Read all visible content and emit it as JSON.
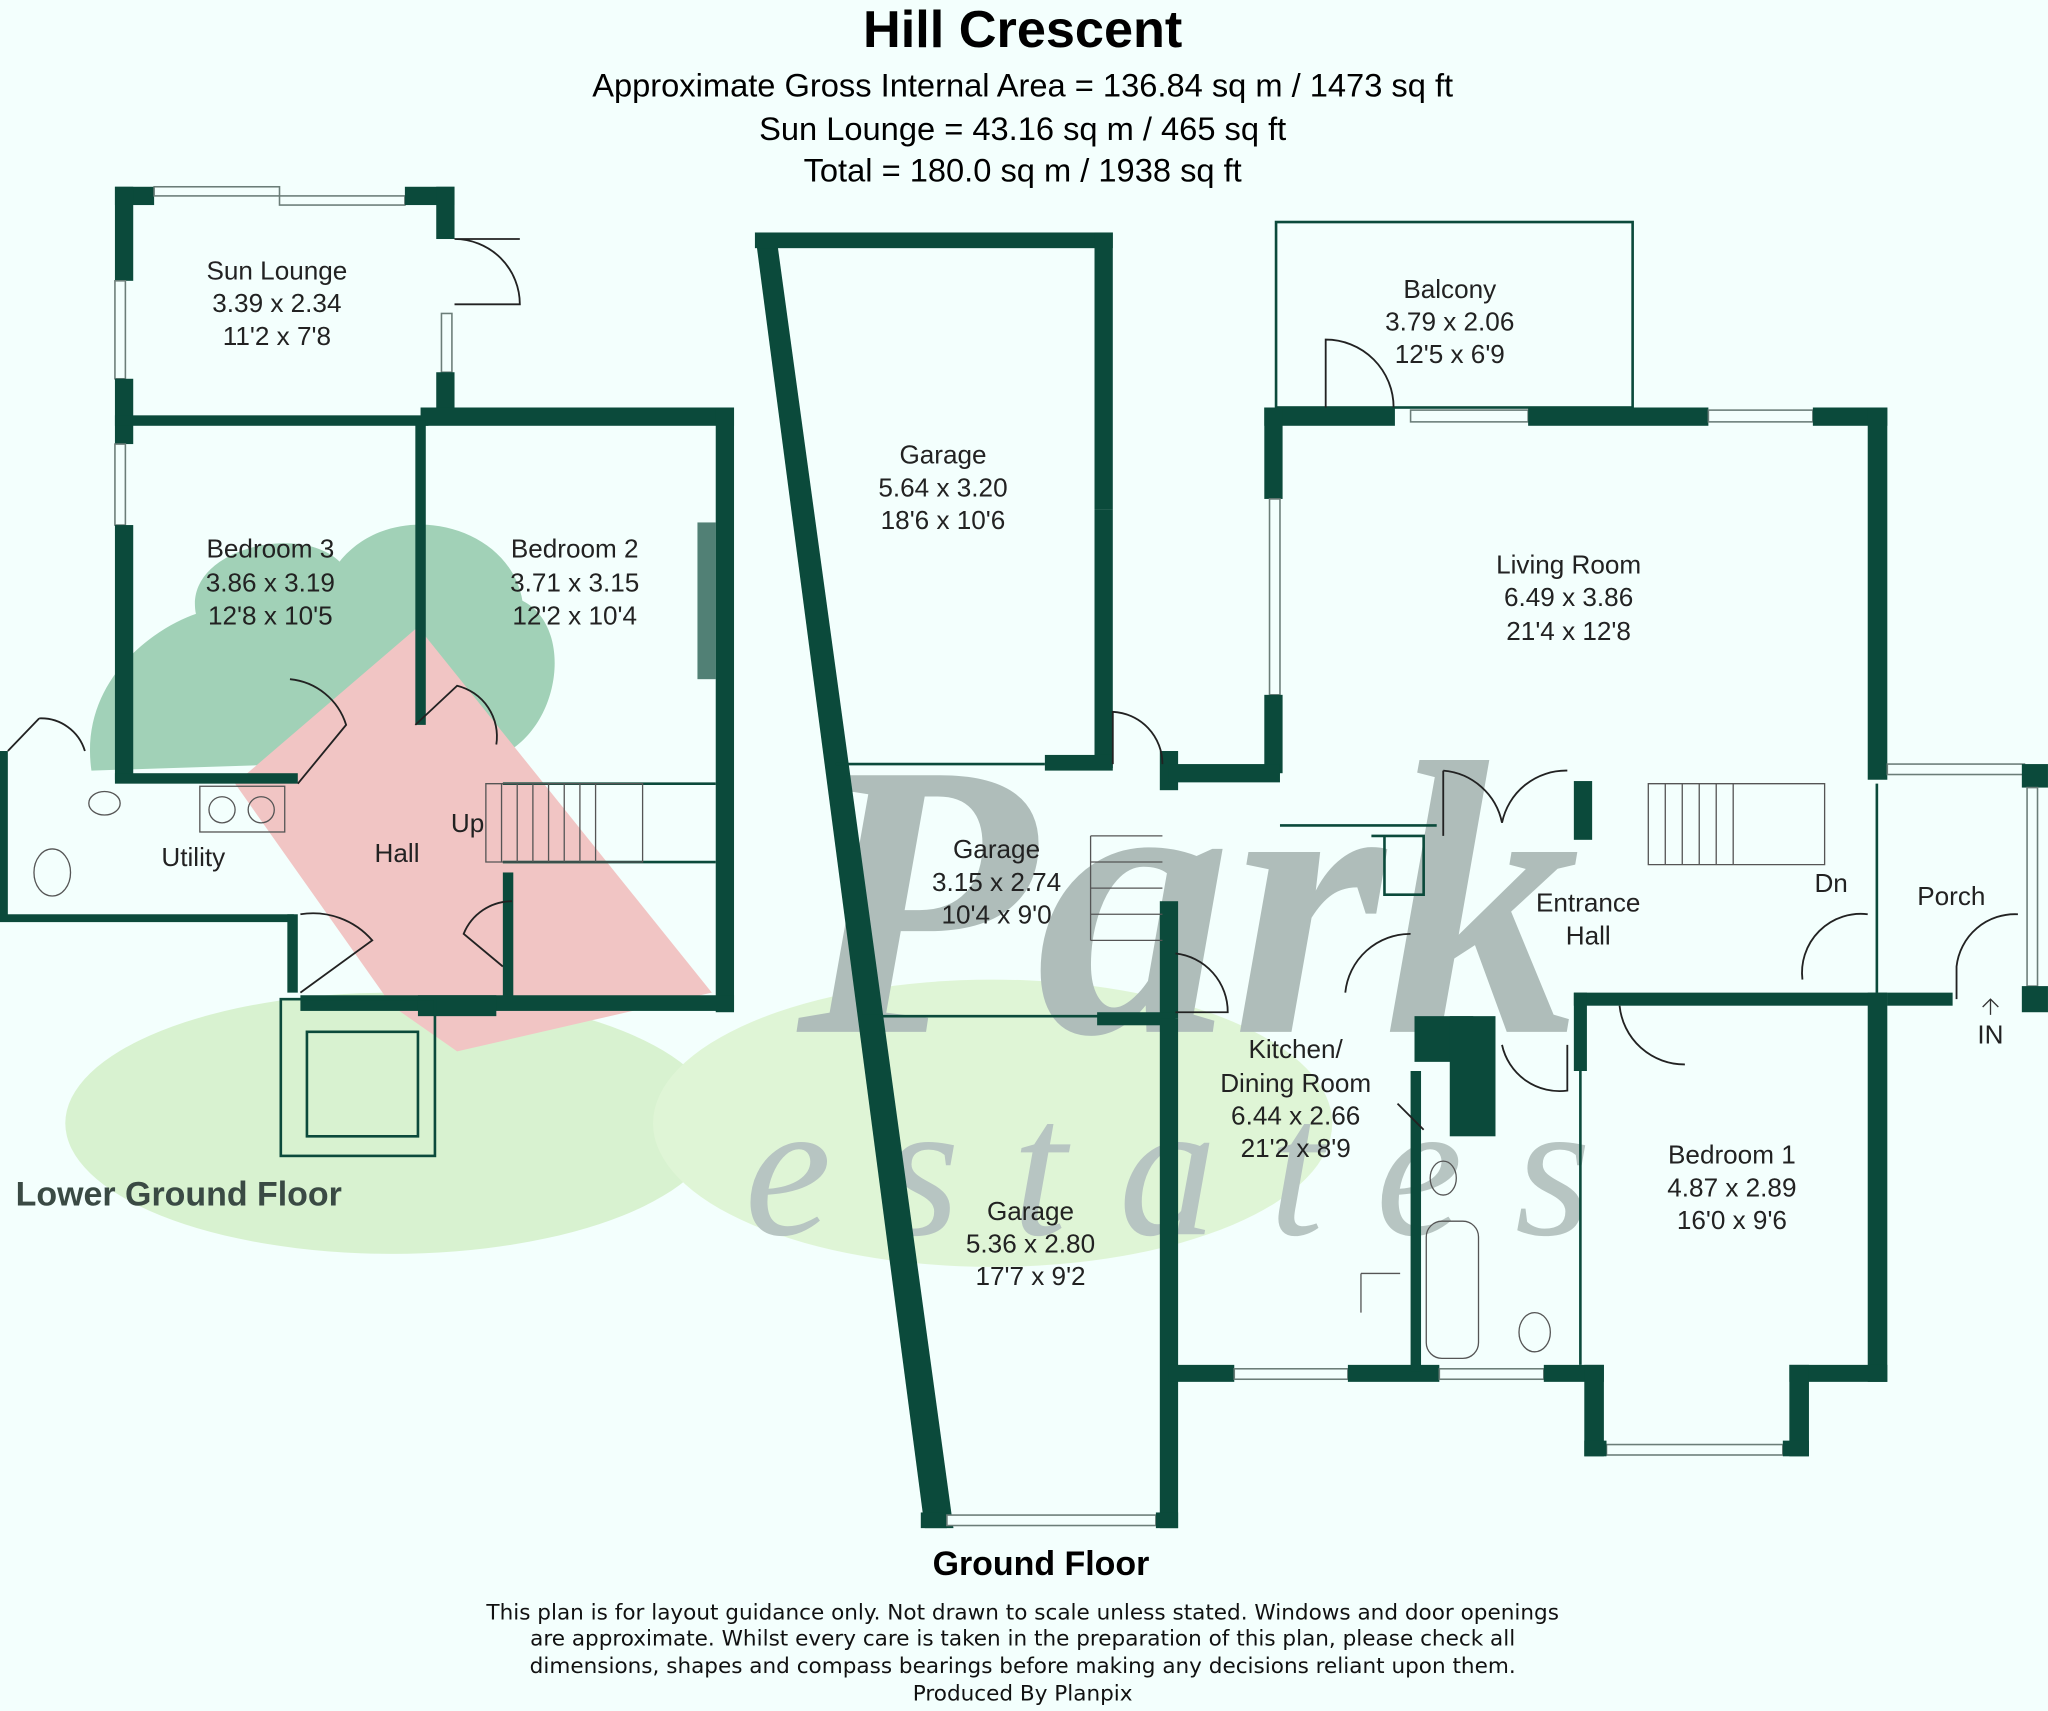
{
  "header": {
    "title": "Hill Crescent",
    "gross_area": "Approximate Gross Internal Area = 136.84 sq m / 1473 sq ft",
    "sun_lounge_area": "Sun Lounge  = 43.16 sq m / 465 sq ft",
    "total_area": "Total = 180.0 sq m / 1938 sq ft"
  },
  "floors": {
    "lower_ground": {
      "label": "Lower Ground Floor",
      "rooms": [
        {
          "name": "Sun Lounge",
          "metric": "3.39 x 2.34",
          "imperial": "11'2 x 7'8"
        },
        {
          "name": "Bedroom 3",
          "metric": "3.86 x 3.19",
          "imperial": "12'8 x 10'5"
        },
        {
          "name": "Bedroom 2",
          "metric": "3.71 x 3.15",
          "imperial": "12'2 x 10'4"
        }
      ],
      "labels": {
        "hall": "Hall",
        "utility": "Utility",
        "up": "Up"
      }
    },
    "ground": {
      "label": "Ground Floor",
      "rooms": [
        {
          "name": "Garage",
          "metric": "5.64 x 3.20",
          "imperial": "18'6 x 10'6"
        },
        {
          "name": "Garage",
          "metric": "3.15 x 2.74",
          "imperial": "10'4 x 9'0"
        },
        {
          "name": "Garage",
          "metric": "5.36 x 2.80",
          "imperial": "17'7 x 9'2"
        },
        {
          "name": "Balcony",
          "metric": "3.79 x 2.06",
          "imperial": "12'5 x 6'9"
        },
        {
          "name": "Living Room",
          "metric": "6.49 x 3.86",
          "imperial": "21'4 x 12'8"
        },
        {
          "name": "Kitchen/",
          "name2": "Dining Room",
          "metric": "6.44 x 2.66",
          "imperial": "21'2 x 8'9"
        },
        {
          "name": "Bedroom 1",
          "metric": "4.87 x 2.89",
          "imperial": "16'0 x 9'6"
        }
      ],
      "labels": {
        "entrance": "Entrance",
        "entrance2": "Hall",
        "dn": "Dn",
        "porch": "Porch",
        "in": "IN"
      }
    }
  },
  "watermark": {
    "line1": "Park",
    "line2": "estates"
  },
  "footer": {
    "disclaimer": [
      "This plan is for layout guidance only. Not drawn to scale unless stated. Windows and door openings",
      "are approximate. Whilst every care is taken in the preparation of this plan, please check all",
      "dimensions, shapes and compass bearings before making any decisions reliant upon them."
    ],
    "producer": "Produced By Planpix"
  },
  "colors": {
    "wall": "#0b4a3b",
    "background": "#f3fffd",
    "logo_green": "#5aa77a",
    "logo_red": "#e46a6a",
    "logo_grey": "#7d8b88"
  }
}
